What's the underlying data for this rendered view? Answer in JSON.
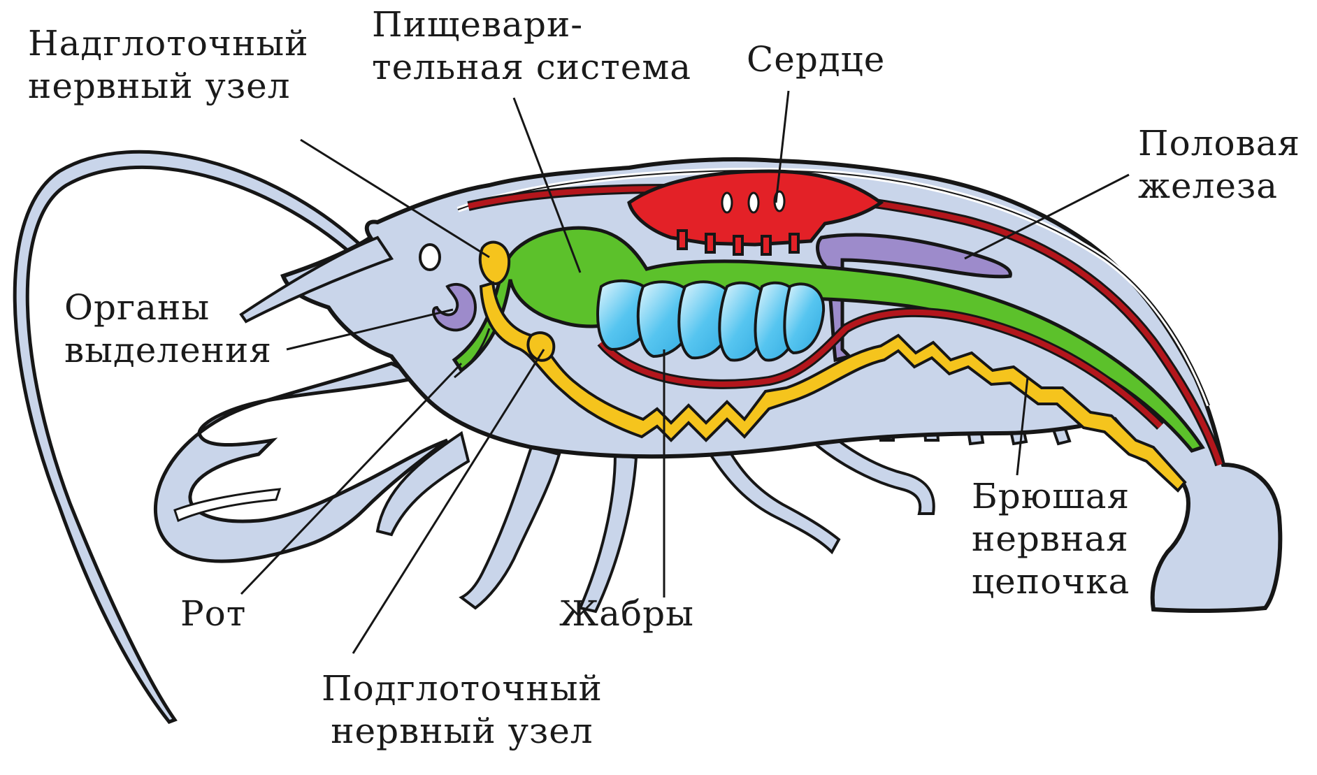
{
  "labels": {
    "supra_ganglion": [
      "Надглоточный",
      "нервный узел"
    ],
    "digestive": [
      "Пищевари-",
      "тельная система"
    ],
    "heart": "Сердце",
    "gonad": [
      "Половая",
      "железа"
    ],
    "excretory": [
      "Органы",
      "выделения"
    ],
    "mouth": "Рот",
    "gills": "Жабры",
    "ventral_chain": [
      "Брюшая",
      "нервная",
      "цепочка"
    ],
    "sub_ganglion": [
      "Подглоточный",
      "нервный узел"
    ]
  },
  "colors": {
    "body": "#c9d5ea",
    "outline": "#161616",
    "heart": "#e32127",
    "digestive": "#5cc12b",
    "nerve": "#f5c41d",
    "excretory": "#9d8bcb",
    "gonad": "#9d8bcb",
    "gills": "#56c5f0",
    "vessel": "#b3161c"
  }
}
